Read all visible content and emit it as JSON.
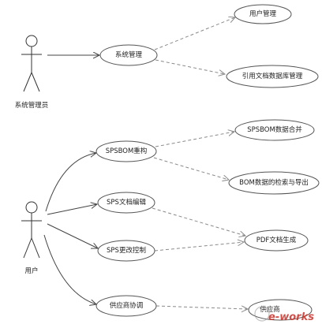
{
  "actors": {
    "admin": "系统管理员",
    "user": "用户"
  },
  "use_cases": {
    "system_management": "系统管理",
    "user_management": "用户管理",
    "reference_doc_db_management": "引用文档数据库管理",
    "spsbom_rebuild": "SPSBOM重构",
    "spsbom_data_merge": "SPSBOM数据合并",
    "bom_search_export": "BOM数据的检索与导出",
    "sps_doc_edit": "SPS文档编辑",
    "sps_change_control": "SPS更改控制",
    "pdf_doc_generation": "PDF文档生成",
    "supplier_coordination": "供应商协调",
    "supplier_other": "供应商"
  },
  "watermark": "e-works",
  "colors": {
    "line": "#444444",
    "dashed_line": "#8a8a8a",
    "ellipse_stroke": "#555555",
    "watermark": "#c8322a"
  }
}
